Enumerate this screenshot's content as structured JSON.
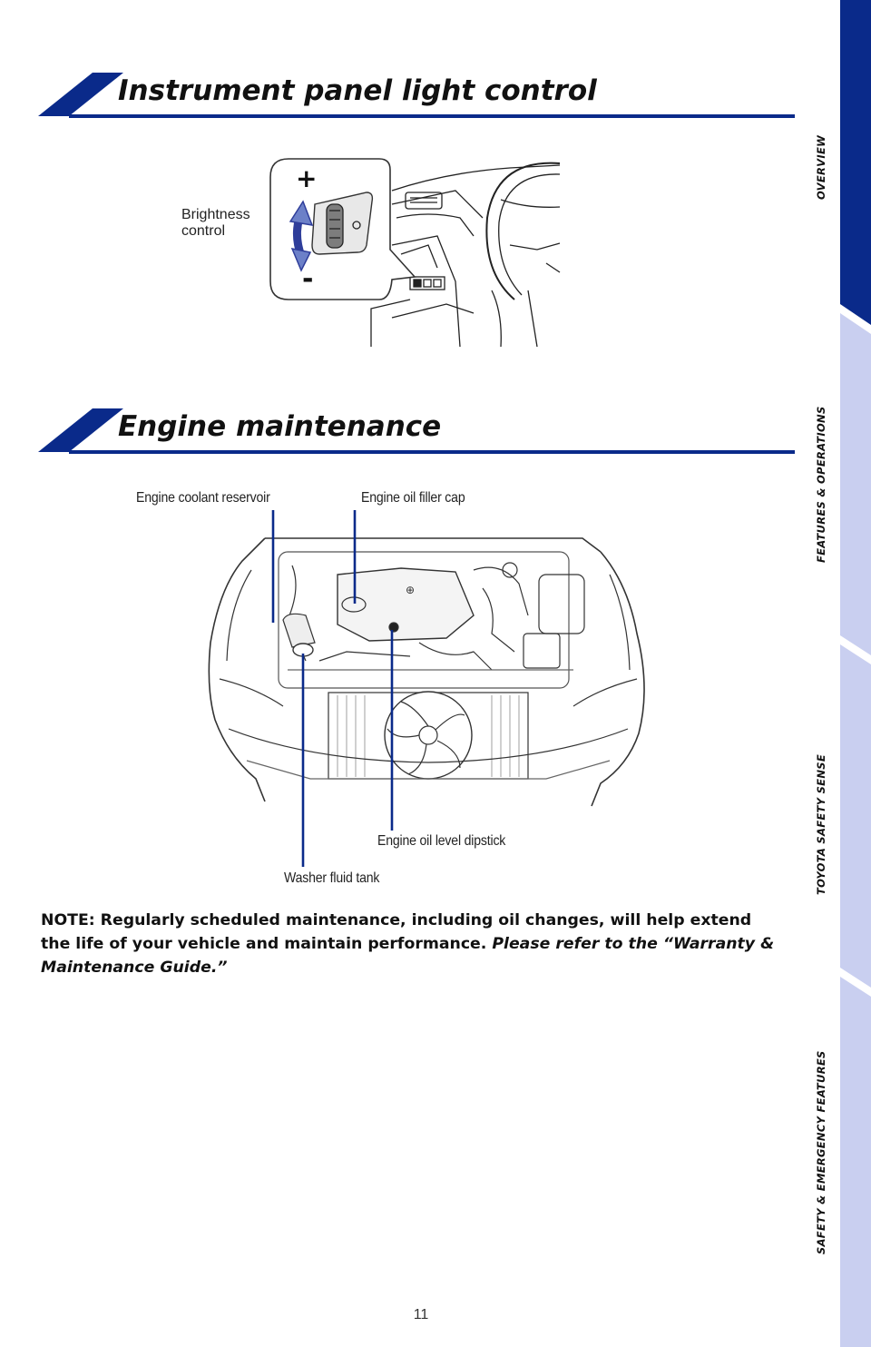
{
  "sections": {
    "instrument_panel": {
      "title": "Instrument panel light control"
    },
    "engine": {
      "title": "Engine maintenance"
    }
  },
  "instrument_panel": {
    "brightness_label_line1": "Brightness",
    "brightness_label_line2": "control",
    "plus_symbol": "+",
    "minus_symbol": "-"
  },
  "engine_labels": {
    "coolant": "Engine coolant reservoir",
    "oil_filler": "Engine oil filler cap",
    "dipstick": "Engine oil level dipstick",
    "washer": "Washer fluid tank"
  },
  "note": {
    "bold_text": "NOTE: Regularly scheduled maintenance, including oil changes, will help extend the life of your vehicle and maintain performance.",
    "italic_text": "Please refer to the “Warranty & Maintenance Guide.”"
  },
  "side_tabs": [
    {
      "label": "OVERVIEW",
      "active": true,
      "color": "#0a2a8a"
    },
    {
      "label": "FEATURES & OPERATIONS",
      "active": false,
      "color": "#c9cff0"
    },
    {
      "label": "TOYOTA SAFETY SENSE",
      "active": false,
      "color": "#c9cff0"
    },
    {
      "label": "SAFETY & EMERGENCY FEATURES",
      "active": false,
      "color": "#c9cff0"
    }
  ],
  "page_number": "11"
}
